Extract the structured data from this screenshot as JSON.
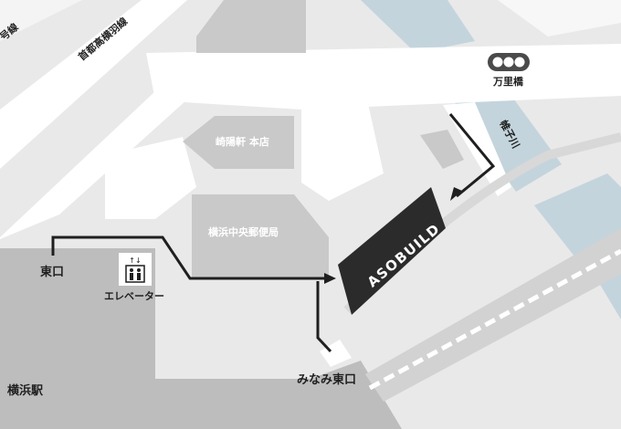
{
  "map": {
    "labels": {
      "route_top_left": "号線",
      "shuto_highway": "首都高横羽線",
      "manri_bridge": "万里橋",
      "katabira_river": "帷子川",
      "kiyoken": "崎陽軒 本店",
      "post_office": "横浜中央郵便局",
      "asobuild": "ASOBUILD",
      "east_exit": "東口",
      "elevator": "エレベーター",
      "south_east_exit": "みなみ東口",
      "yokohama_station": "横浜駅"
    },
    "icons": [
      "bridge-signal-icon",
      "elevator-icon"
    ],
    "colors": {
      "background": "#e9e9e9",
      "road": "#ffffff",
      "building": "#c9c9c9",
      "station": "#bdbdbd",
      "water": "#c3d4dc",
      "route": "#1f1f1f",
      "asobuild": "#2b2b2b"
    }
  }
}
